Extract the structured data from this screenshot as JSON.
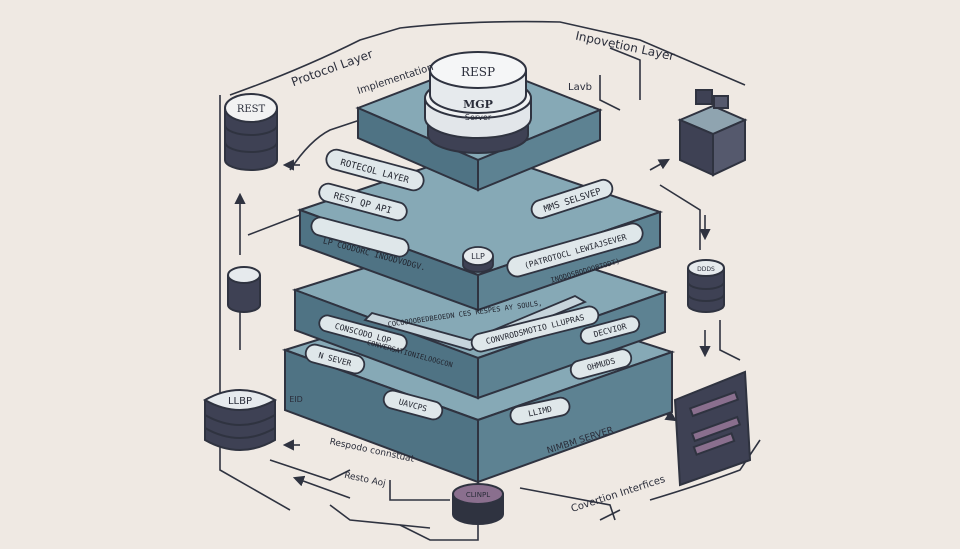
{
  "colors": {
    "background": "#efe9e3",
    "slab": "#6f95a5",
    "slab_dark": "#4f7384",
    "slab_top": "#86a9b6",
    "outline": "#2f3340",
    "pill": "#dfe7ea",
    "device_dark": "#3e4154",
    "accent_purple": "#8a6f8e"
  },
  "labels": {
    "protocol_layer_top": "Protocol Layer",
    "implementation": "Implementation",
    "inpovetion_layer": "Inpovetion Layer",
    "lavb": "Lavb",
    "eid": "EID",
    "respodo_connstuat": "Respodo connstuat",
    "resto_aoj": "Resto Aoj",
    "nimbm_server": "NIMBM SERVER",
    "covertion_interfices": "Covertion Interfices"
  },
  "top_stack": {
    "resp": "RESP",
    "mgp": "MGP",
    "server": "Server"
  },
  "left_devices": {
    "rest": "REST",
    "middle": "",
    "llbp": "LLBP"
  },
  "right_devices": {
    "middle": "DDDS"
  },
  "layer2": {
    "protocol_layer": "ROTECOL LAYER",
    "rest_api": "REST QP API",
    "mms": "MMS SELSVEP",
    "lp_cood": "LP COODORC INOODVODGV.",
    "parotocol": "(PATROTOCL LEWIAJSEVER",
    "center": "LLP",
    "inodo": "INODOSBODOOBTODT)"
  },
  "layer3": {
    "banner": "COCOOOOBEDBEOEDN CES RESPES AY SOULS,",
    "conv": "CONVRODSMOTIO LLUPRAS",
    "conscodo": "CONSCODO LOP",
    "conv_long": "CONVERSATIONIELOOGCON",
    "decvior": "DECVIOR"
  },
  "layer4": {
    "n_sever": "N SEVER",
    "ohmuds": "OHMUDS",
    "uavcps": "UAVCPS",
    "llimd": "LLIMD"
  },
  "bottom_button": "CLINPL"
}
